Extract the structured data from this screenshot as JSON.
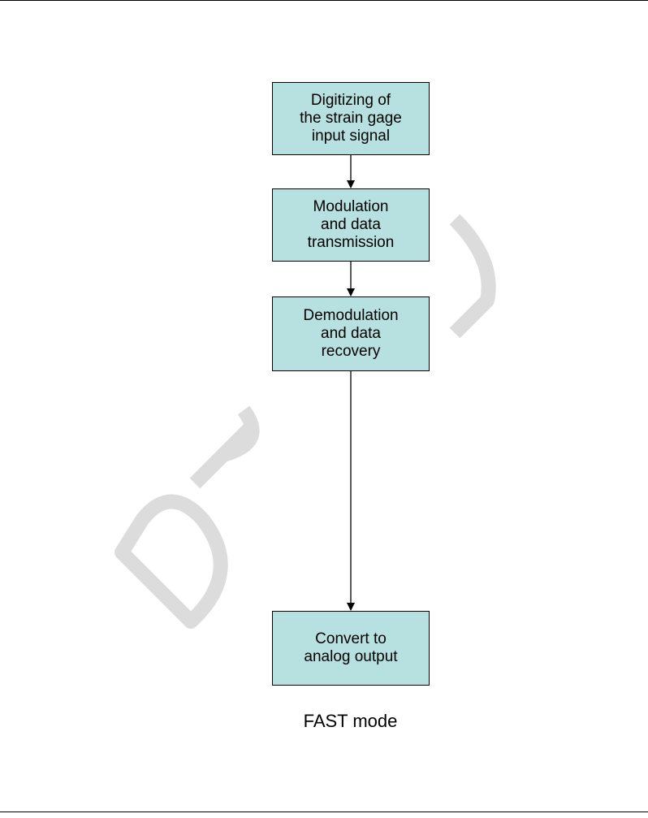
{
  "diagram": {
    "type": "flowchart",
    "nodes": [
      {
        "id": "digitize",
        "text": "Digitizing of\nthe strain gage\ninput signal"
      },
      {
        "id": "modulate",
        "text": "Modulation\nand data\ntransmission"
      },
      {
        "id": "demodulate",
        "text": "Demodulation\nand data\nrecovery"
      },
      {
        "id": "convert",
        "text": "Convert to\nanalog output"
      }
    ],
    "edges": [
      {
        "from": "digitize",
        "to": "modulate"
      },
      {
        "from": "modulate",
        "to": "demodulate"
      },
      {
        "from": "demodulate",
        "to": "convert"
      }
    ],
    "caption": "FAST mode"
  },
  "watermark": {
    "text": "DRAFT"
  },
  "colors": {
    "box_fill": "#b7e1e1",
    "border": "#000000",
    "watermark": "#d6d6d6"
  }
}
